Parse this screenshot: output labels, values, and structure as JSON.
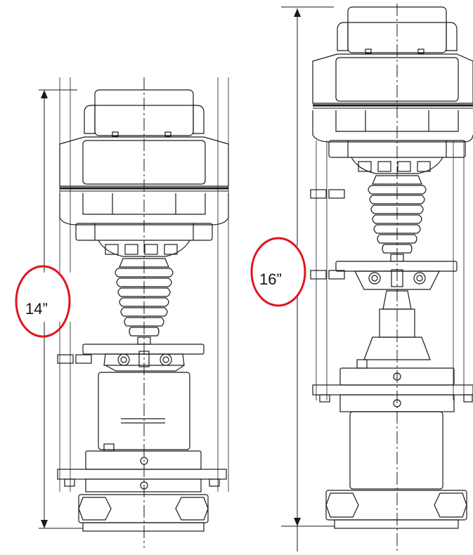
{
  "dimension_labels": {
    "left": "14”",
    "right": "16”"
  },
  "colors": {
    "line": "#1a1a1a",
    "highlight_ring": "#e0141e",
    "background": "#ffffff"
  },
  "units": {
    "left": {
      "height_in": 14
    },
    "right": {
      "height_in": 16
    }
  }
}
